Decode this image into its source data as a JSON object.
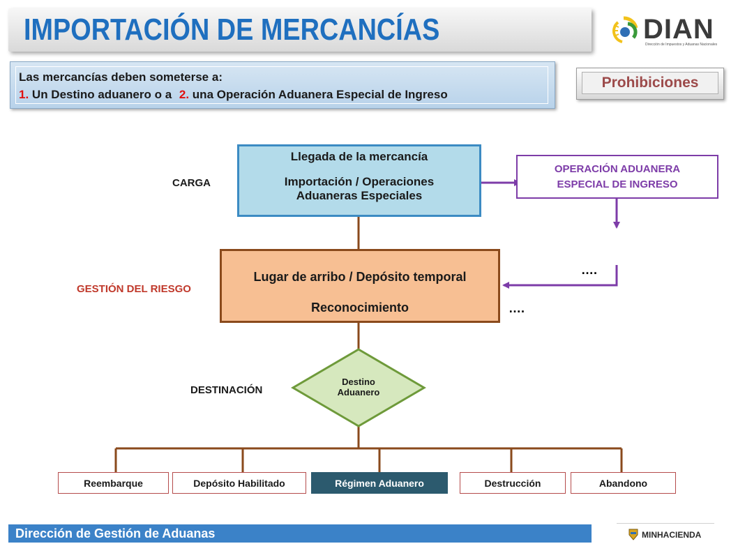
{
  "header": {
    "title": "IMPORTACIÓN DE MERCANCÍAS",
    "logo_text": "DIAN",
    "logo_subtitle": "Dirección de Impuestos y Aduanas Nacionales"
  },
  "intro": {
    "line1": "Las mercancías deben someterse a:",
    "item1_num": "1.",
    "item1_text": " Un Destino aduanero o a ",
    "item2_num": "2.",
    "item2_text": " una Operación Aduanera Especial de Ingreso"
  },
  "prohibiciones_label": "Prohibiciones",
  "stages": {
    "carga": "CARGA",
    "gestion": "GESTIÓN DEL RIESGO",
    "destinacion": "DESTINACIÓN"
  },
  "boxes": {
    "llegada_title": "Llegada de la mercancía",
    "llegada_line2": "Importación / Operaciones",
    "llegada_line3": "Aduaneras Especiales",
    "operacion_line1": "OPERACIÓN ADUANERA",
    "operacion_line2": "ESPECIAL DE INGRESO",
    "lugar_line1": "Lugar de arribo / Depósito temporal",
    "lugar_line2": "Reconocimiento",
    "dots1": "….",
    "dots2": "….",
    "destino_line1": "Destino",
    "destino_line2": "Aduanero"
  },
  "outcomes": [
    {
      "label": "Reembarque"
    },
    {
      "label": "Depósito Habilitado"
    },
    {
      "label": "Régimen Aduanero"
    },
    {
      "label": "Destrucción"
    },
    {
      "label": "Abandono"
    }
  ],
  "footer": {
    "text": "Dirección de Gestión de Aduanas",
    "ministry": "MINHACIENDA"
  },
  "colors": {
    "title_blue": "#1f6fbf",
    "purple": "#7d3ca8",
    "brown": "#8a4a1c",
    "red_label": "#c0392b",
    "green_diamond": "#6e9a3a"
  }
}
